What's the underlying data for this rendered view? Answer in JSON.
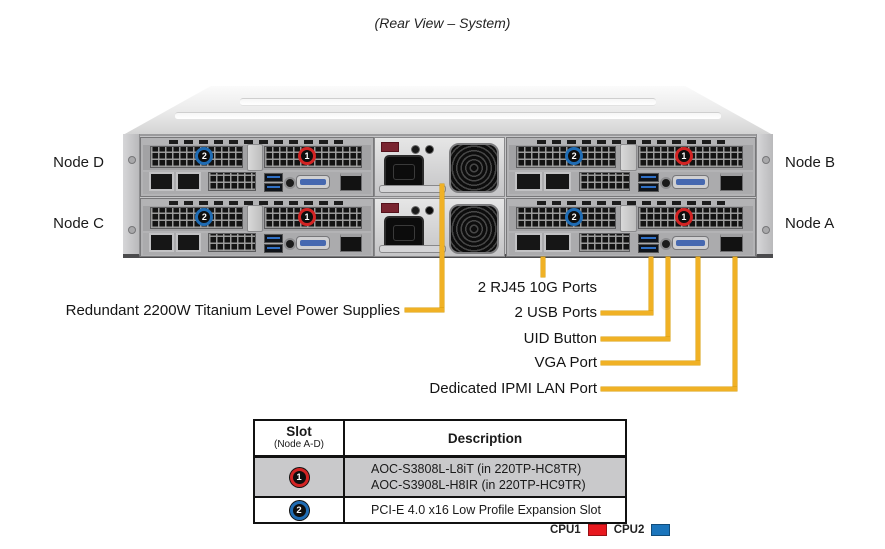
{
  "title": "(Rear View – System)",
  "nodes": [
    {
      "label": "Node D"
    },
    {
      "label": "Node C"
    },
    {
      "label": "Node B"
    },
    {
      "label": "Node A"
    }
  ],
  "badges": {
    "slot1": "1",
    "slot2": "2"
  },
  "callouts": {
    "psu": "Redundant 2200W Titanium Level Power Supplies",
    "rj45": "2 RJ45 10G Ports",
    "usb": "2 USB Ports",
    "uid": "UID Button",
    "vga": "VGA Port",
    "ipmi": "Dedicated IPMI LAN Port"
  },
  "table": {
    "headers": {
      "slot": "Slot",
      "slot_sub": "(Node A-D)",
      "description": "Description"
    },
    "rows": [
      {
        "badge": "1",
        "lines": [
          "AOC-S3808L-L8iT (in 220TP-HC8TR)",
          "AOC-S3908L-H8IR (in 220TP-HC9TR)"
        ]
      },
      {
        "badge": "2",
        "lines": [
          "PCI-E 4.0 x16 Low Profile Expansion Slot"
        ]
      }
    ]
  },
  "legend": [
    {
      "label": "CPU1",
      "color": "#e8191f"
    },
    {
      "label": "CPU2",
      "color": "#1b75bc"
    }
  ],
  "colors": {
    "callout_line": "#f0b125",
    "slot1_ring": "#d32424",
    "slot2_ring": "#1f6cb4"
  }
}
